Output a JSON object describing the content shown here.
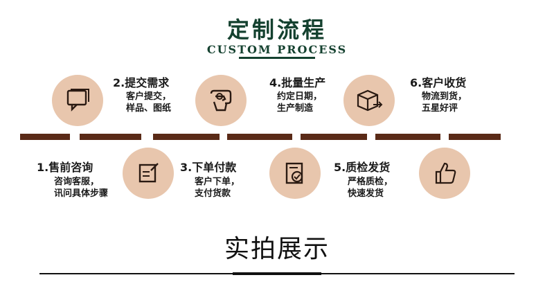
{
  "header": {
    "title_cn": "定制流程",
    "title_en": "CUSTOM PROCESS"
  },
  "steps": [
    {
      "title": "1.售前咨询",
      "desc": [
        "咨询客服，",
        "讯问具体步骤"
      ],
      "icon": "chat-icon"
    },
    {
      "title": "2.提交需求",
      "desc": [
        "客户提交，",
        "样品、图纸"
      ],
      "icon": "handshake-icon"
    },
    {
      "title": "3.下单付款",
      "desc": [
        "客户下单，",
        "支付货款"
      ],
      "icon": "document-edit-icon"
    },
    {
      "title": "4.批量生产",
      "desc": [
        "约定日期，",
        "生产制造"
      ],
      "icon": "factory-icon"
    },
    {
      "title": "5.质检发货",
      "desc": [
        "严格质检，",
        "快速发货"
      ],
      "icon": "quality-check-icon"
    },
    {
      "title": "6.客户收货",
      "desc": [
        "物流到货，",
        "五星好评"
      ],
      "icon": "package-delivery-icon"
    }
  ],
  "section": {
    "title": "实拍展示"
  },
  "colors": {
    "brand_green": "#14412f",
    "timeline_brown": "#5a2a17",
    "circle_fill": "#e8c6ad"
  }
}
